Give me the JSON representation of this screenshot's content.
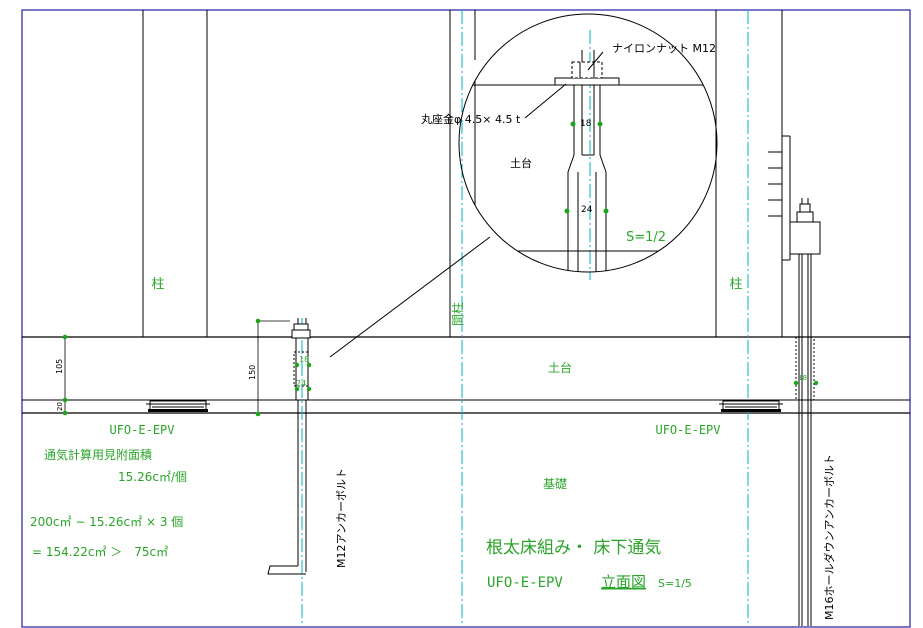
{
  "labels": {
    "pillar": "柱",
    "stud": "間柱",
    "sill": "土台",
    "foundation": "基礎",
    "vent_left": "UFO-E-EPV",
    "vent_right": "UFO-E-EPV",
    "calc_title": "通気計算用見附面積",
    "calc_per_unit": "15.26c㎡/個",
    "calc_formula": "200c㎡ − 15.26c㎡ × 3 個",
    "calc_result": "= 154.22c㎡ ＞　75c㎡",
    "anchor_m12": "M12アンカーボルト",
    "anchor_m16": "M16ホールダウンアンカーボルト",
    "title_main": "根太床組み・ 床下通気",
    "title_product": "UFO-E-EPV",
    "title_view": "立面図",
    "title_scale": "S=1/5",
    "detail_nut": "ナイロンナット M12",
    "detail_washer": "丸座金φ 4.5× 4.5 t",
    "detail_sill": "土台",
    "detail_scale": "S=1/2",
    "detail_dim_18": "18",
    "detail_dim_24": "24",
    "dim_105": "105",
    "dim_20": "20",
    "dim_150": "150",
    "dim_24_main": "24",
    "dim_18_right": "18"
  },
  "colors": {
    "line": "#000000",
    "label_green": "#2aa52a",
    "center_line": "#00b4c8",
    "border_blue": "#2020a0",
    "dim_dot": "#1aa51a"
  }
}
